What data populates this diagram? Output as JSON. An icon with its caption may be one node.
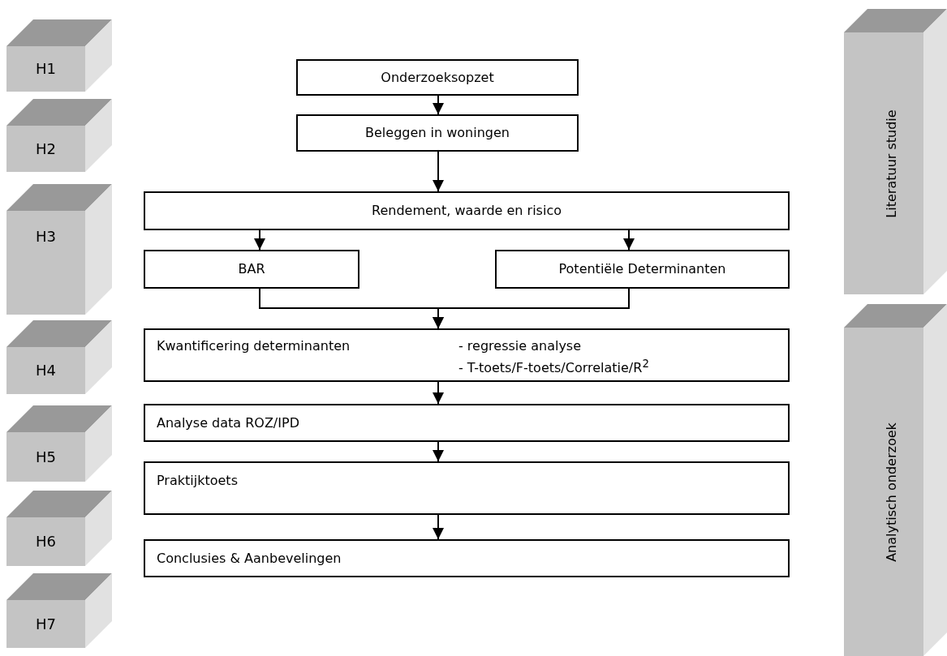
{
  "diagram": {
    "nodes": [
      {
        "text": [
          "H1"
        ]
      },
      {
        "text": [
          "H2"
        ]
      },
      {
        "text": [
          "H3"
        ]
      },
      {
        "text": [
          "H4"
        ]
      },
      {
        "text": [
          "H5"
        ]
      },
      {
        "text": [
          "H6"
        ]
      },
      {
        "text": [
          "H7"
        ]
      },
      {
        "text": [
          "Literatuur studie"
        ]
      },
      {
        "text": [
          "Analytisch onderzoek"
        ]
      },
      {
        "text": [
          "Onderzoeksopzet"
        ]
      },
      {
        "text": [
          "Beleggen in woningen"
        ]
      },
      {
        "text": [
          "Rendement, waarde en risico"
        ]
      },
      {
        "text": [
          "BAR"
        ]
      },
      {
        "text": [
          "Potentiële Determinanten"
        ]
      },
      {
        "text": [
          "Kwantificering determinanten",
          "- regressie analyse",
          "- T-toets/F-toets/Correlatie/R$^{2}$"
        ]
      },
      {
        "text": [
          "Analyse data ROZ/IPD"
        ]
      },
      {
        "text": [
          "Praktijktoets"
        ]
      },
      {
        "text": [
          "Conclusies & Aanbevelingen"
        ]
      }
    ],
    "edges": [
      {
        "from": 9,
        "to": 10,
        "arrow": "to"
      },
      {
        "from": 10,
        "to": 11,
        "arrow": "to"
      },
      {
        "from": 11,
        "to": 12,
        "arrow": "to"
      },
      {
        "from": 11,
        "to": 13,
        "arrow": "to"
      },
      {
        "from": 12,
        "to": 14,
        "arrow": "to"
      },
      {
        "from": 13,
        "to": 14,
        "arrow": "to"
      },
      {
        "from": 14,
        "to": 15,
        "arrow": "to"
      },
      {
        "from": 15,
        "to": 16,
        "arrow": "to"
      },
      {
        "from": 16,
        "to": 17,
        "arrow": "to"
      }
    ]
  }
}
